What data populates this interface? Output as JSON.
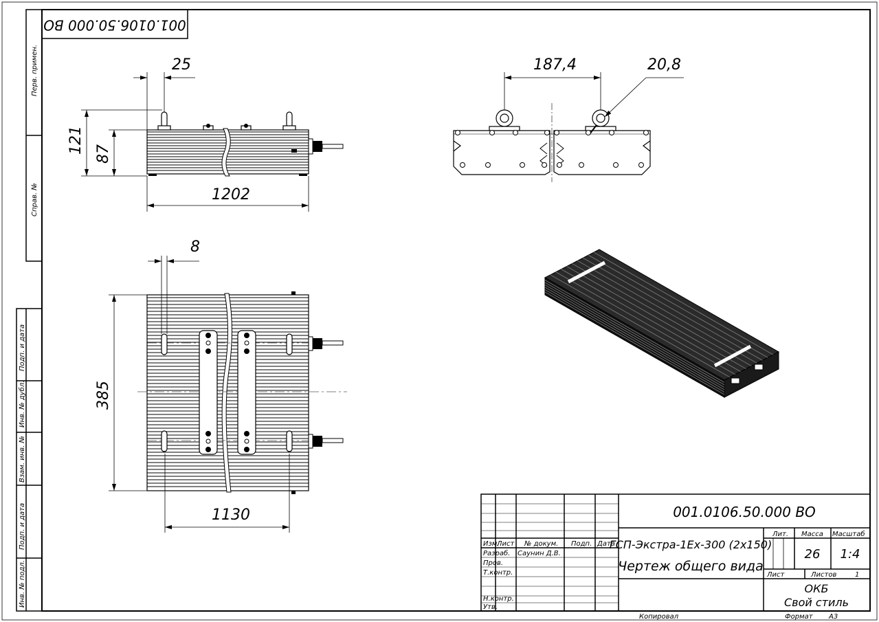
{
  "drawing": {
    "code_top": "001.0106.50.000 ВО",
    "side_labels": {
      "perv_primen": "Перв. примен.",
      "sprav": "Справ. №",
      "podp_data_1": "Подп. и дата",
      "inv_dubl": "Инв. № дубл.",
      "vzam_inv": "Взам. инв. №",
      "podp_data_2": "Подп. и дата",
      "inv_podl": "Инв. № подл."
    },
    "dimensions": {
      "front_offset": "25",
      "front_height_total": "121",
      "front_height_body": "87",
      "front_length": "1202",
      "top_offset": "8",
      "top_width": "385",
      "top_spacing": "1130",
      "end_spacing": "187,4",
      "end_hole": "20,8"
    },
    "title_block": {
      "code": "001.0106.50.000 ВО",
      "product_name": "ГСП-Экстра-1Ex-300 (2х150)",
      "doc_name": "Чертеж общего вида",
      "headers": {
        "izm": "Изм.",
        "list": "Лист",
        "doc_no": "№ докум.",
        "podp": "Подп.",
        "data": "Дата"
      },
      "roles": {
        "razrab": "Разраб.",
        "prov": "Пров.",
        "tkontr": "Т.контр.",
        "nkontr": "Н.контр.",
        "utv": "Утв."
      },
      "developer_name": "Саунин Д.В.",
      "lit_label": "Лит.",
      "mass_label": "Масса",
      "scale_label": "Масштаб",
      "mass_value": "26",
      "scale_value": "1:4",
      "sheet_label": "Лист",
      "sheets_label": "Листов",
      "sheets_value": "1",
      "org_line1": "ОКБ",
      "org_line2": "Свой стиль",
      "copied_label": "Копировал",
      "format_label": "Формат",
      "format_value": "A3"
    }
  }
}
